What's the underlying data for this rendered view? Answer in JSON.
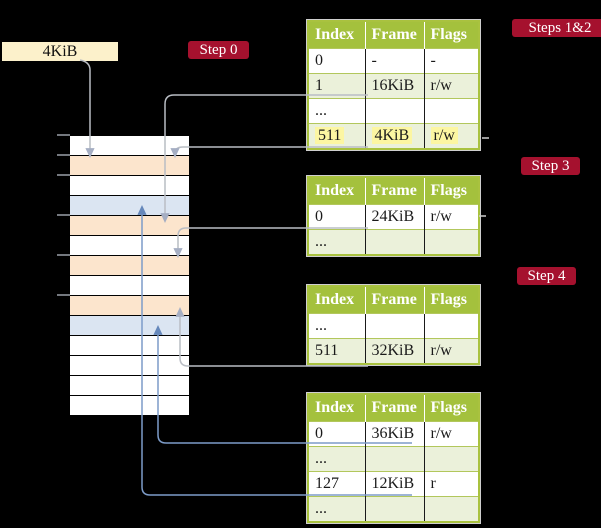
{
  "frame_label": {
    "text": "4KiB"
  },
  "badges": {
    "step0": "Step 0",
    "steps12": "Steps 1&2",
    "step3": "Step 3",
    "step4": "Step 4"
  },
  "memory": {
    "rows": [
      "white",
      "peach",
      "white",
      "blue",
      "peach",
      "white",
      "peach",
      "white",
      "peach",
      "blue",
      "white",
      "white",
      "white",
      "white"
    ]
  },
  "tables": [
    {
      "columns": [
        "Index",
        "Frame",
        "Flags"
      ],
      "rows": [
        {
          "cells": [
            "0",
            "-",
            "-"
          ]
        },
        {
          "cells": [
            "1",
            "16KiB",
            "r/w"
          ]
        },
        {
          "cells": [
            "...",
            "",
            ""
          ]
        },
        {
          "cells": [
            "511",
            "4KiB",
            "r/w"
          ],
          "highlight": true
        }
      ]
    },
    {
      "columns": [
        "Index",
        "Frame",
        "Flags"
      ],
      "rows": [
        {
          "cells": [
            "0",
            "24KiB",
            "r/w"
          ]
        },
        {
          "cells": [
            "...",
            "",
            ""
          ]
        }
      ]
    },
    {
      "columns": [
        "Index",
        "Frame",
        "Flags"
      ],
      "rows": [
        {
          "cells": [
            "...",
            "",
            ""
          ]
        },
        {
          "cells": [
            "511",
            "32KiB",
            "r/w"
          ]
        }
      ]
    },
    {
      "columns": [
        "Index",
        "Frame",
        "Flags"
      ],
      "rows": [
        {
          "cells": [
            "0",
            "36KiB",
            "r/w"
          ]
        },
        {
          "cells": [
            "...",
            "",
            ""
          ]
        },
        {
          "cells": [
            "127",
            "12KiB",
            "r"
          ]
        },
        {
          "cells": [
            "...",
            "",
            ""
          ]
        }
      ]
    }
  ],
  "connections": [
    {
      "from": "4KiB label",
      "to": "memory frame 4KiB",
      "style": "gray"
    },
    {
      "from": "table-1 row 1 (16KiB)",
      "to": "memory frame 16KiB",
      "style": "gray"
    },
    {
      "from": "table-1 row 511 (4KiB)",
      "to": "memory frame 4KiB",
      "style": "gray"
    },
    {
      "from": "table-2 row 0 (24KiB)",
      "to": "memory frame 24KiB",
      "style": "gray"
    },
    {
      "from": "table-3 row 511 (32KiB)",
      "to": "memory frame 32KiB",
      "style": "gray"
    },
    {
      "from": "table-4 row 0 (36KiB)",
      "to": "memory frame 36KiB",
      "style": "blue"
    },
    {
      "from": "table-4 row 127 (12KiB)",
      "to": "memory frame 12KiB",
      "style": "blue"
    }
  ],
  "palette": {
    "background": "#000000",
    "badge_red": "#a5112e",
    "table_header_green": "#a4c13d",
    "table_row_green": "#ebf1da",
    "table_border_green": "#a9c23f",
    "highlight_yellow": "#fcf6a2",
    "label_cream": "#fcf1cb",
    "memory_peach": "#fce5cd",
    "memory_blue": "#dbe5f2",
    "connector_gray": "#b9bdc4",
    "connector_blue": "#7d9cc9"
  }
}
